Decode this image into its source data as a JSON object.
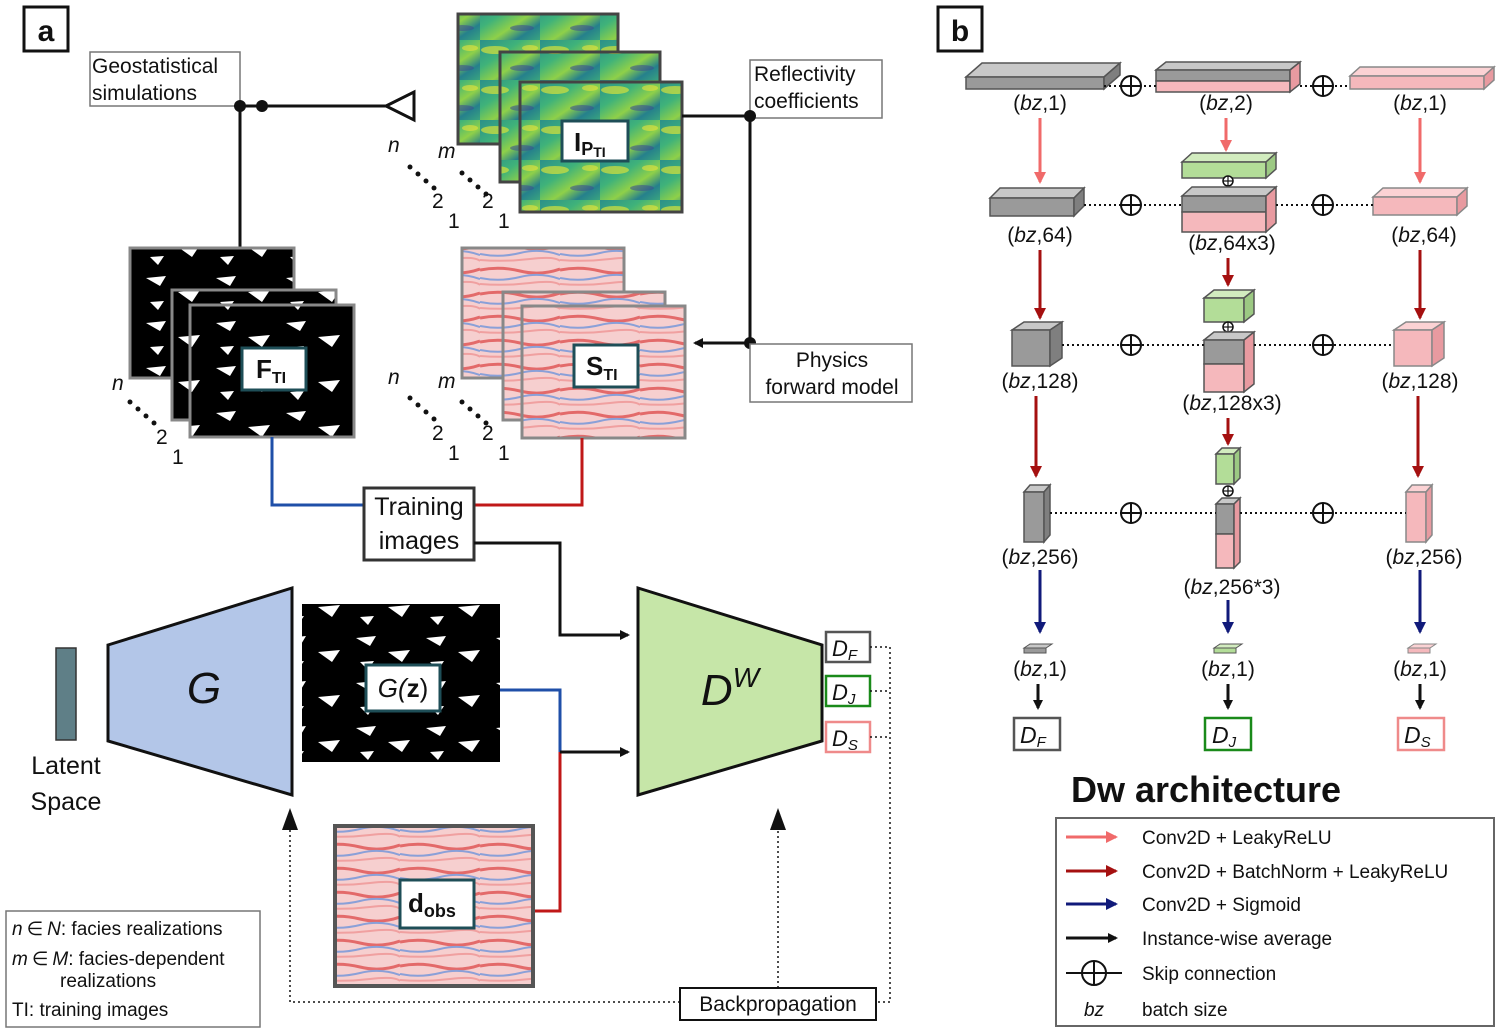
{
  "panel_a": {
    "label": "a",
    "geo_line1": "Geostatistical",
    "geo_line2": "simulations",
    "refl_line1": "Reflectivity",
    "refl_line2": "coefficients",
    "phys_line1": "Physics",
    "phys_line2": "forward model",
    "ip_main": "I",
    "ip_sub": "P",
    "ip_sub2": "TI",
    "f_main": "F",
    "f_sub": "TI",
    "s_main": "S",
    "s_sub": "TI",
    "n": "n",
    "m": "m",
    "two": "2",
    "one": "1",
    "training_line1": "Training",
    "training_line2": "images",
    "generator": "G",
    "gz_main": "G(",
    "gz_z": "z",
    "gz_close": ")",
    "dw_main": "D",
    "dw_sup": "W",
    "df_main": "D",
    "df_sub": "F",
    "dj_main": "D",
    "dj_sub": "J",
    "ds_main": "D",
    "ds_sub": "S",
    "latent_line1": "Latent",
    "latent_line2": "Space",
    "dobs_main": "d",
    "dobs_sub": "obs",
    "backprop": "Backpropagation",
    "legend": {
      "l1_var": "n",
      "l1_set": "N",
      "l1_text": ": facies realizations",
      "l2_var": "m",
      "l2_set": "M",
      "l2_text": ": facies-dependent",
      "l2b_text": "realizations",
      "l3_text": "TI: training images",
      "elem": "∈"
    }
  },
  "panel_b": {
    "label": "b",
    "title": "Dw architecture",
    "bz": "bz",
    "shape_labels": {
      "r1_left": "1",
      "r1_mid": "2",
      "r1_right": "1",
      "r2_left": "64",
      "r2_mid": "64x3",
      "r2_right": "64",
      "r3_left": "128",
      "r3_mid": "128x3",
      "r3_right": "128",
      "r4_left": "256",
      "r4_mid": "256*3",
      "r4_right": "256",
      "r5_left": "1",
      "r5_mid": "1",
      "r5_right": "1"
    },
    "out_left_main": "D",
    "out_left_sub": "F",
    "out_mid_main": "D",
    "out_mid_sub": "J",
    "out_right_main": "D",
    "out_right_sub": "S",
    "legend": {
      "conv_leaky": "Conv2D + LeakyReLU",
      "conv_bn": "Conv2D + BatchNorm + LeakyReLU",
      "conv_sig": "Conv2D + Sigmoid",
      "avg": "Instance-wise average",
      "skip": "Skip connection",
      "bz_key": "bz",
      "bz_desc": "batch size"
    }
  },
  "colors": {
    "pink_arrow": "#f06a6a",
    "dark_red": "#a51010",
    "navy": "#101a7a",
    "gray": "#9a9a9a",
    "pink": "#f5b8bc",
    "green": "#b3dd98",
    "blue_trap": "#b3c6e8",
    "green_trap": "#c6e6a8",
    "latent": "#5f7f87",
    "box_teal": "#1e4e57",
    "df_border": "#555555",
    "dj_border": "#1a8a1a",
    "ds_border": "#ef8a8a",
    "blue_line": "#1f4fa8",
    "red_line": "#c01818"
  }
}
